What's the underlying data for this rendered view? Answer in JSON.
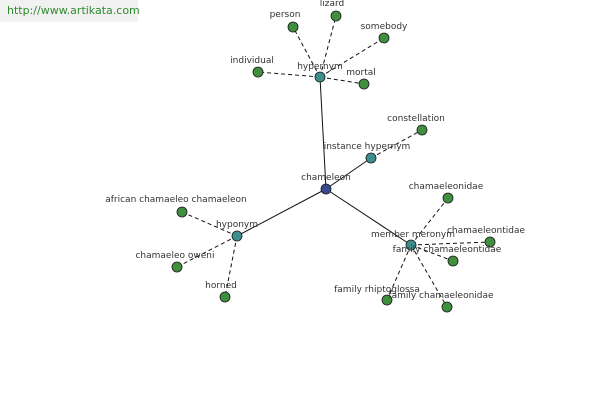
{
  "watermark": "http://www.artikata.com",
  "colors": {
    "root": "#3a4a8e",
    "relation": "#3f8e8e",
    "leaf": "#3f8f3f",
    "edge": "#111111",
    "watermark_text": "#2f8a2f",
    "watermark_bg": "#f1f1f1"
  },
  "root": {
    "id": "chameleon",
    "label": "chameleon"
  },
  "relations": [
    {
      "id": "hypernym",
      "label": "hypernym",
      "children": [
        {
          "id": "person",
          "label": "person"
        },
        {
          "id": "lizard",
          "label": "lizard"
        },
        {
          "id": "somebody",
          "label": "somebody"
        },
        {
          "id": "individual",
          "label": "individual"
        },
        {
          "id": "mortal",
          "label": "mortal"
        }
      ]
    },
    {
      "id": "instance-hypernym",
      "label": "instance hypernym",
      "children": [
        {
          "id": "constellation",
          "label": "constellation"
        }
      ]
    },
    {
      "id": "hyponym",
      "label": "hyponym",
      "children": [
        {
          "id": "african-chamaeleo-chamaeleon",
          "label": "african chamaeleo chamaeleon"
        },
        {
          "id": "chamaeleo-oweni",
          "label": "chamaeleo oweni"
        },
        {
          "id": "horned",
          "label": "horned"
        }
      ]
    },
    {
      "id": "member-meronym",
      "label": "member meronym",
      "children": [
        {
          "id": "chamaeleonidae",
          "label": "chamaeleonidae"
        },
        {
          "id": "chamaeleontidae",
          "label": "chamaeleontidae"
        },
        {
          "id": "family-chamaeleontidae",
          "label": "family chamaeleontidae"
        },
        {
          "id": "family-rhiptoglossa",
          "label": "family rhiptoglossa"
        },
        {
          "id": "family-chamaeleonidae",
          "label": "family chamaeleonidae"
        }
      ]
    }
  ]
}
